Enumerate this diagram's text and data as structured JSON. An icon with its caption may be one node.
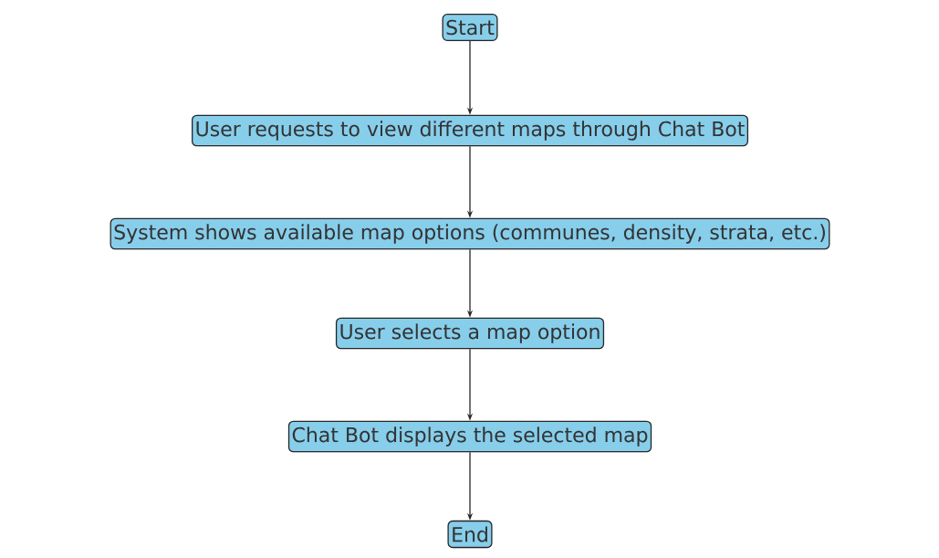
{
  "diagram": {
    "nodes": [
      {
        "text": [
          "Start"
        ]
      },
      {
        "text": [
          "User requests to view different maps through Chat Bot"
        ]
      },
      {
        "text": [
          "System shows available map options (communes, density, strata, etc.)"
        ]
      },
      {
        "text": [
          "User selects a map option"
        ]
      },
      {
        "text": [
          "Chat Bot displays the selected map"
        ]
      },
      {
        "text": [
          "End"
        ]
      }
    ],
    "edges": [
      {
        "from": 0,
        "to": 1,
        "arrow": "to"
      },
      {
        "from": 1,
        "to": 2,
        "arrow": "to"
      },
      {
        "from": 2,
        "to": 3,
        "arrow": "to"
      },
      {
        "from": 3,
        "to": 4,
        "arrow": "to"
      },
      {
        "from": 4,
        "to": 5,
        "arrow": "to"
      }
    ]
  }
}
